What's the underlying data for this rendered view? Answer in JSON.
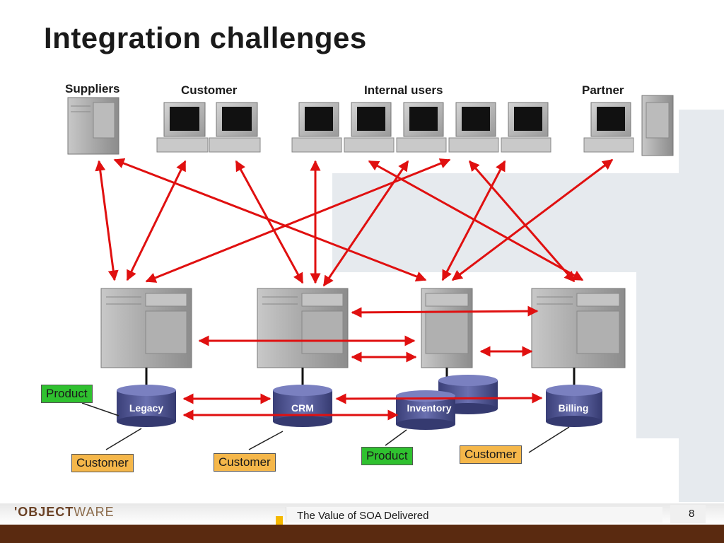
{
  "title": "Integration challenges",
  "top_labels": {
    "suppliers": "Suppliers",
    "customer": "Customer",
    "internal_users": "Internal users",
    "partner": "Partner"
  },
  "databases": {
    "legacy": "Legacy",
    "crm": "CRM",
    "inventory": "Inventory",
    "billing": "Billing"
  },
  "tags": {
    "product_left": "Product",
    "customer_left": "Customer",
    "customer_mid": "Customer",
    "product_right": "Product",
    "customer_right": "Customer"
  },
  "footer": {
    "logo_a": "'OBJECT",
    "logo_b": "WARE",
    "subtitle": "The Value of SOA Delivered",
    "page": "8"
  },
  "colors": {
    "arrow": "#e01010",
    "product": "#2fc12f",
    "customer": "#f5b74a",
    "db": "#4a4f8a",
    "footer_bar": "#5a2a10"
  }
}
